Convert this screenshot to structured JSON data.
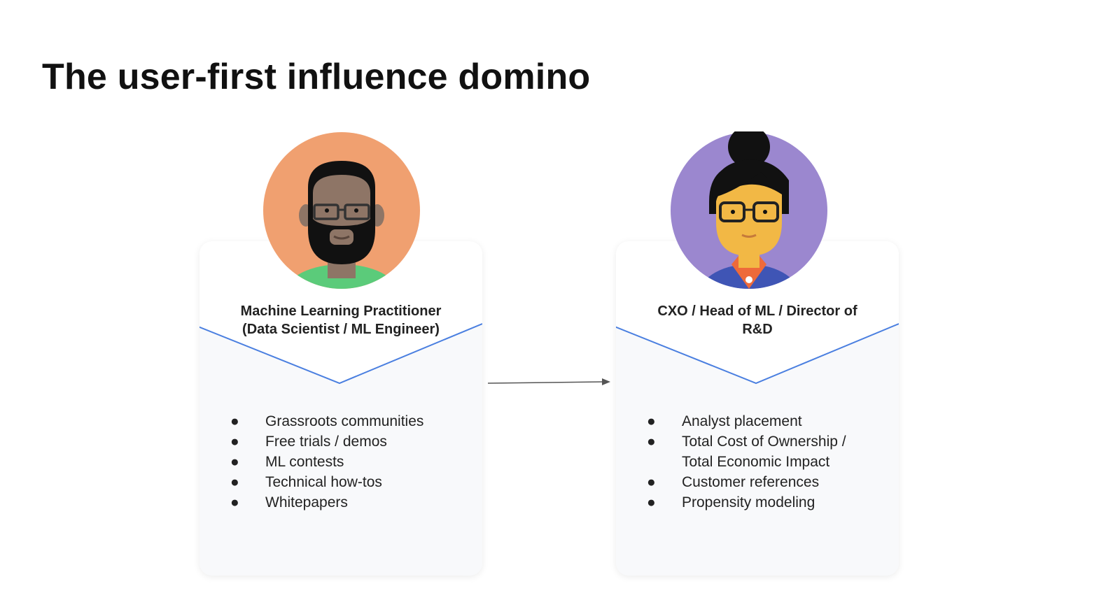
{
  "slide": {
    "title": "The user-first influence domino",
    "personas": [
      {
        "role": "Machine Learning Practitioner (Data Scientist / ML Engineer)",
        "role_lines": [
          "Machine Learning Practitioner",
          "(Data Scientist / ML Engineer)"
        ],
        "avatar_icon": "bearded-man-avatar",
        "avatar_bg": "#F0A070",
        "items": [
          "Grassroots communities",
          "Free trials / demos",
          "ML contests",
          "Technical how-tos",
          "Whitepapers"
        ]
      },
      {
        "role": "CXO / Head of ML / Director of R&D",
        "role_lines": [
          "CXO / Head of ML / Director of",
          "R&D"
        ],
        "avatar_icon": "woman-with-bun-avatar",
        "avatar_bg": "#9B87CF",
        "items": [
          "Analyst placement",
          "Total Cost of Ownership /",
          "Total Economic Impact",
          "Customer references",
          "Propensity modeling"
        ]
      }
    ],
    "bullet": "●",
    "accent_line_color": "#4A7FE0"
  }
}
